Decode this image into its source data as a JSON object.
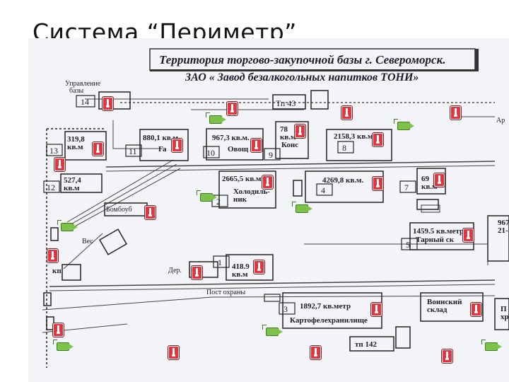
{
  "slide": {
    "title": "Система “Периметр”"
  },
  "plan": {
    "header_line1": "Территория торгово-закупочной базы г. Североморск.",
    "header_line2": "ЗАО « Завод безалкогольных напитков ТОНИ»",
    "labels": {
      "upravlenie": "Управление",
      "bazy": "базы",
      "tp43": "Тп 43",
      "ar": "Ар",
      "bombouub": "Бомбоуб",
      "ves": "Вес",
      "kp": "кп",
      "post_ohrany": "Пост охраны",
      "der": "Дер.",
      "voinsky_sklad": "Воинский склад",
      "kartofelehranilische": "Картофелехранилище",
      "tp142": "тп 142",
      "holodilnik": "Холодиль-ник",
      "ovosch": "Овощ",
      "ga": "Га",
      "kons": "Конс",
      "tarny_sklad": "Тарный ск",
      "p_x": "П хр"
    },
    "buildings": [
      {
        "num": "14",
        "area": ""
      },
      {
        "num": "13",
        "area": "319,8 кв.м"
      },
      {
        "num": "12",
        "area": "527,4 кв.м"
      },
      {
        "num": "11",
        "area": "880,1 кв.м"
      },
      {
        "num": "10",
        "area": "967,3 кв.м."
      },
      {
        "num": "9",
        "area": "78 кв.м"
      },
      {
        "num": "8",
        "area": "2158,3 кв.м"
      },
      {
        "num": "2",
        "area": "2665,5 кв.м"
      },
      {
        "num": "4",
        "area": "4269,8 кв.м."
      },
      {
        "num": "7",
        "area": "69 кв.м"
      },
      {
        "num": "5",
        "area": "1459.5 кв.метр"
      },
      {
        "num": "1",
        "area": "418.9 кв.м"
      },
      {
        "num": "3",
        "area": "1892,7 кв.метр"
      },
      {
        "num": "",
        "area": "967 21-"
      }
    ]
  },
  "icons": {
    "alarm": "alarm-sensor-icon",
    "camera": "video-camera-icon",
    "alarm_color": "#e5343d",
    "camera_color": "#7dc34b"
  }
}
